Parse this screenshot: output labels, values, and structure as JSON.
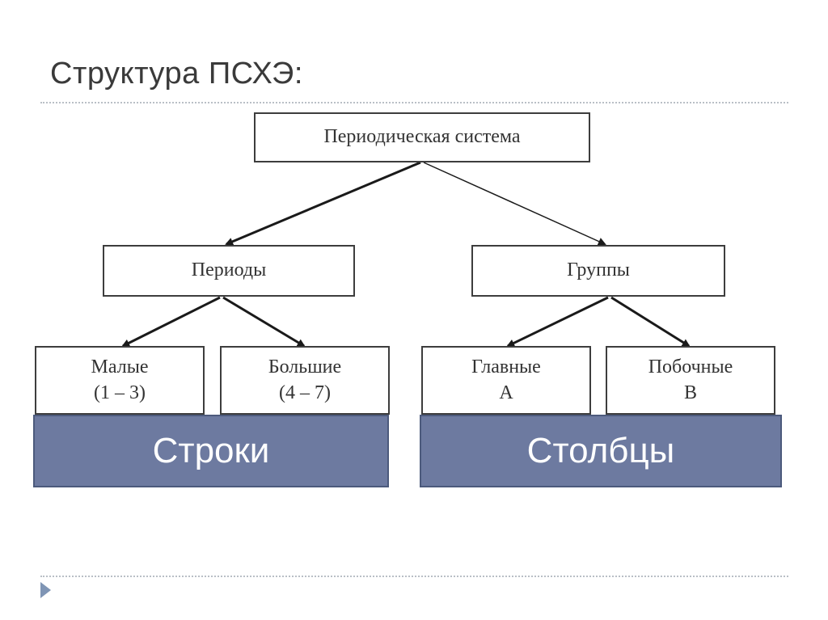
{
  "slide": {
    "title": "Структура ПСХЭ:"
  },
  "diagram": {
    "root": {
      "label": "Периодическая система"
    },
    "periods": {
      "label": "Периоды"
    },
    "groups": {
      "label": "Группы"
    },
    "small": {
      "label": "Малые",
      "range": "(1 – 3)"
    },
    "large": {
      "label": "Большие",
      "range": "(4 – 7)"
    },
    "main": {
      "label": "Главные",
      "sub": "А"
    },
    "secondary": {
      "label": "Побочные",
      "sub": "В"
    }
  },
  "bands": {
    "rows": "Строки",
    "columns": "Столбцы"
  },
  "colors": {
    "band_fill": "#6d7aa0",
    "band_text": "#ffffff"
  }
}
